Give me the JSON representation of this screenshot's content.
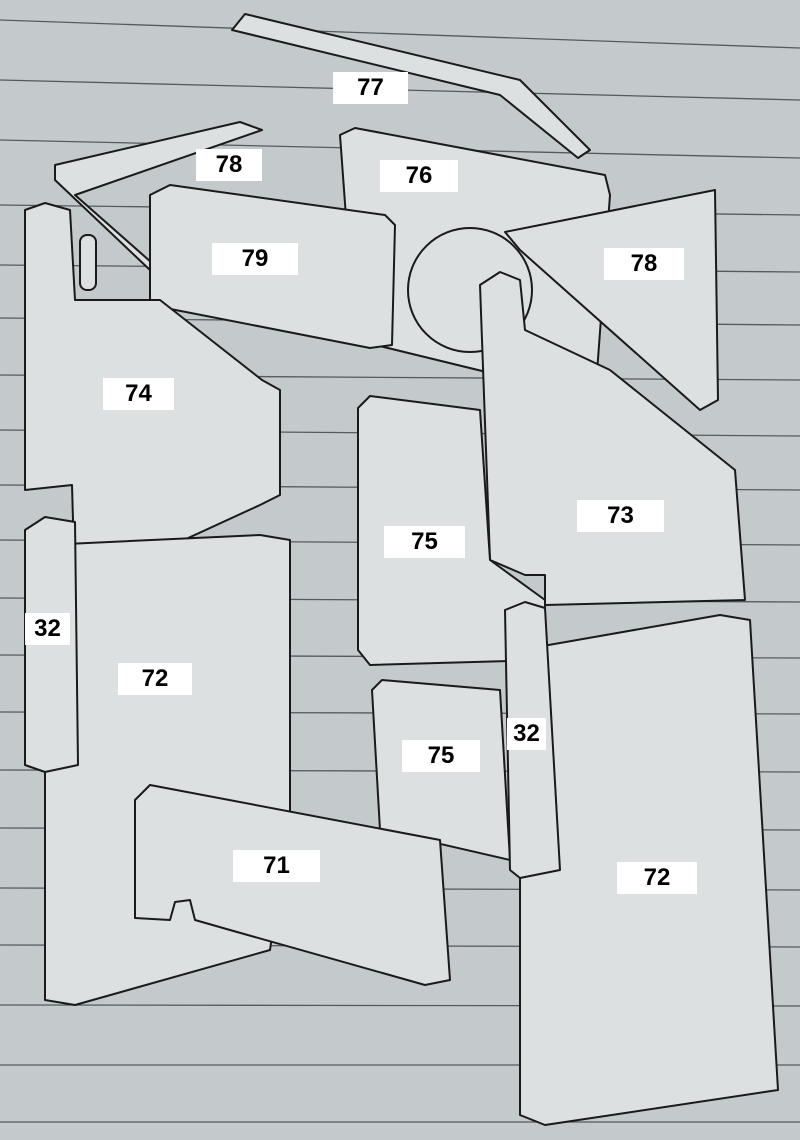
{
  "part_labels": [
    {
      "id": "part-77",
      "text": "77"
    },
    {
      "id": "part-78-left",
      "text": "78"
    },
    {
      "id": "part-76",
      "text": "76"
    },
    {
      "id": "part-79",
      "text": "79"
    },
    {
      "id": "part-78-right",
      "text": "78"
    },
    {
      "id": "part-74",
      "text": "74"
    },
    {
      "id": "part-73",
      "text": "73"
    },
    {
      "id": "part-75-upper",
      "text": "75"
    },
    {
      "id": "part-32-left",
      "text": "32"
    },
    {
      "id": "part-72-left",
      "text": "72"
    },
    {
      "id": "part-32-right",
      "text": "32"
    },
    {
      "id": "part-75-lower",
      "text": "75"
    },
    {
      "id": "part-71",
      "text": "71"
    },
    {
      "id": "part-72-right",
      "text": "72"
    }
  ],
  "colors": {
    "paper": "#c4c9cc",
    "panel": "#dfe2e2",
    "line": "#1a1a1a"
  }
}
